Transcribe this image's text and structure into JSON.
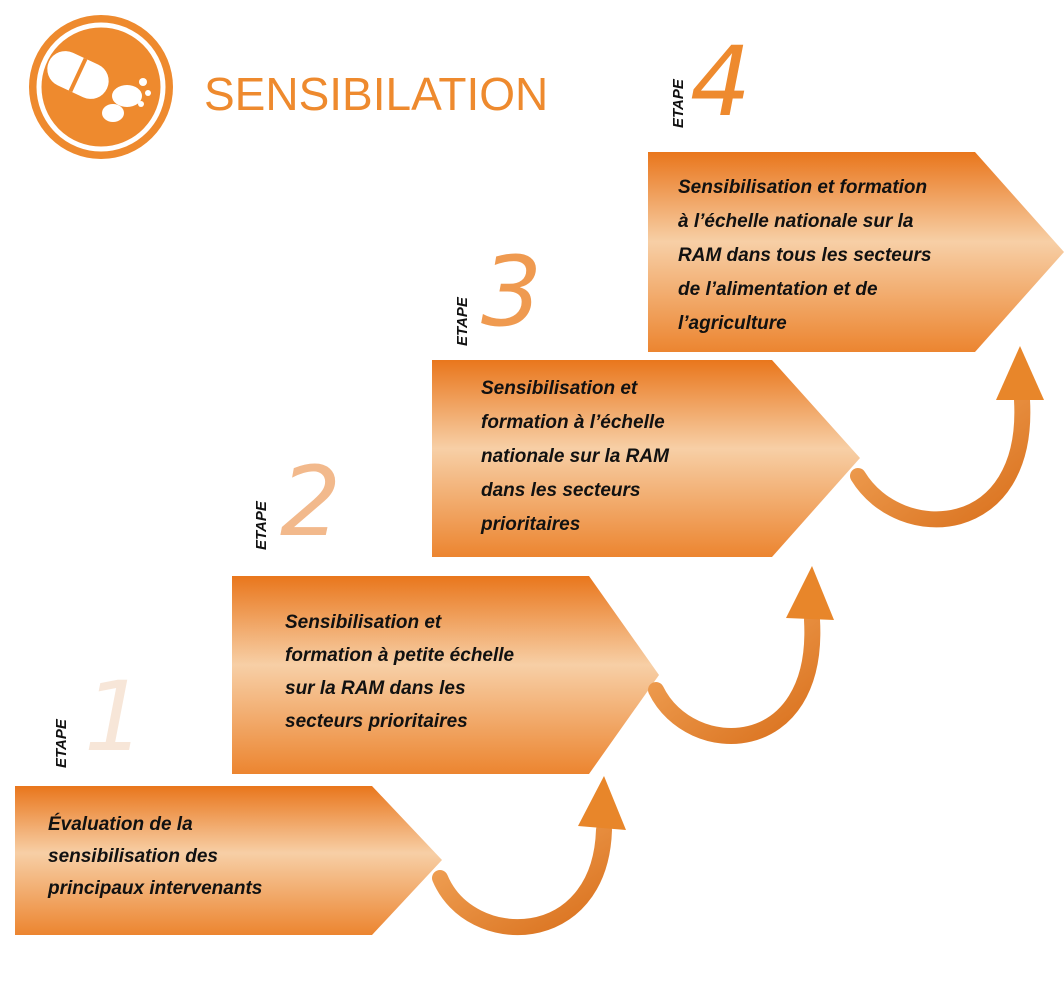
{
  "title": "SENSIBILATION",
  "colors": {
    "accent": "#EE8A2E",
    "arrow": "#E8862A",
    "num1": "#F7E6D8",
    "num2": "#F2B98C",
    "num3": "#EF9A50",
    "num4": "#EE8A2E"
  },
  "icon": "pills-icon",
  "steps": [
    {
      "label": "ETAPE",
      "number": "1",
      "lines": [
        "Évaluation de la",
        "sensibilisation des",
        "principaux intervenants"
      ]
    },
    {
      "label": "ETAPE",
      "number": "2",
      "lines": [
        "Sensibilisation et",
        "formation à petite échelle",
        "sur la  RAM  dans les",
        "secteurs prioritaires"
      ]
    },
    {
      "label": "ETAPE",
      "number": "3",
      "lines": [
        "Sensibilisation et",
        "formation à l’échelle",
        "nationale sur la  RAM",
        "dans les secteurs",
        "prioritaires"
      ]
    },
    {
      "label": "ETAPE",
      "number": "4",
      "lines": [
        "Sensibilisation et formation",
        "à l’échelle nationale sur la",
        "RAM dans tous les secteurs",
        "de l’alimentation et de",
        "l’agriculture"
      ]
    }
  ]
}
